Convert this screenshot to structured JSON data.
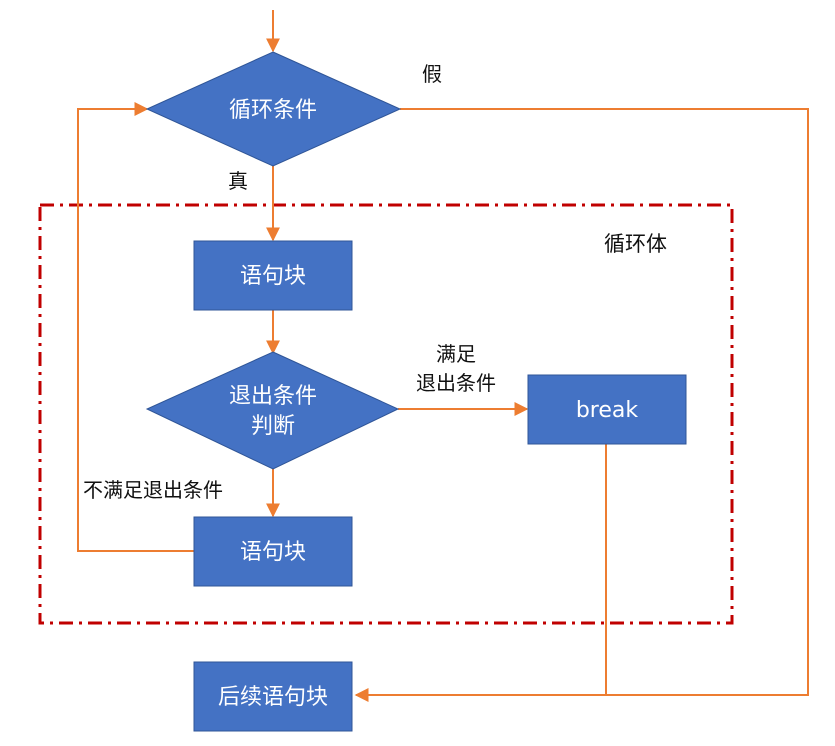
{
  "colors": {
    "shape_fill": "#4472C4",
    "shape_stroke": "#2F5597",
    "connector": "#ED7D31",
    "loop_body_border": "#C00000",
    "label_text": "#111111",
    "node_text": "#FFFFFF"
  },
  "nodes": {
    "loop_condition": "循环条件",
    "statement_block_1": "语句块",
    "exit_condition_line1": "退出条件",
    "exit_condition_line2": "判断",
    "break_block": "break",
    "statement_block_2": "语句块",
    "following_block": "后续语句块"
  },
  "edge_labels": {
    "false": "假",
    "true": "真",
    "satisfied_line1": "满足",
    "satisfied_line2": "退出条件",
    "not_satisfied": "不满足退出条件"
  },
  "regions": {
    "loop_body": "循环体"
  }
}
